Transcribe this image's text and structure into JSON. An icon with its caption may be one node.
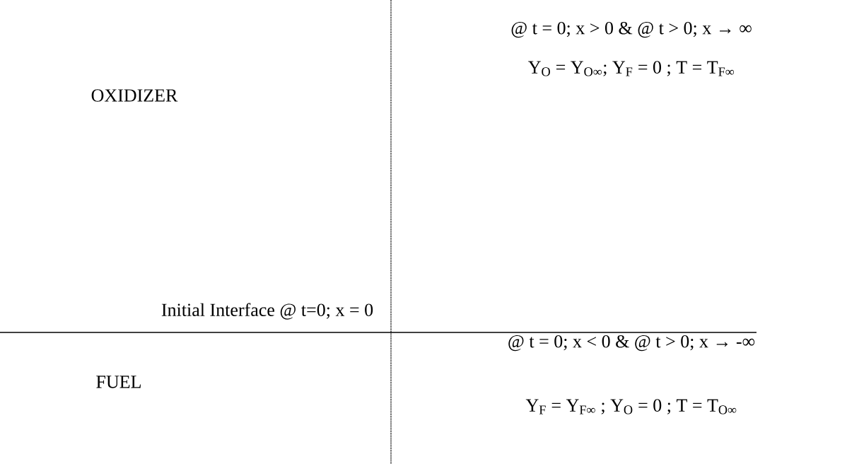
{
  "diagram": {
    "labels": [
      "@ t = 0; x > 0 & @ t > 0; x → ∞",
      "OXIDIZER",
      "Y$_{O}$ = Y$_{O∞}$;   Y$_{F}$ = 0 ;  T = T$_{F∞}$",
      "Initial Interface @ t=0; x = 0",
      "@ t = 0; x < 0 & @ t > 0; x → -∞",
      "FUEL",
      "Y$_{F}$ = Y$_{F∞}$ ;   Y$_{O}$ = 0 ;  T = T$_{O∞}$"
    ]
  }
}
